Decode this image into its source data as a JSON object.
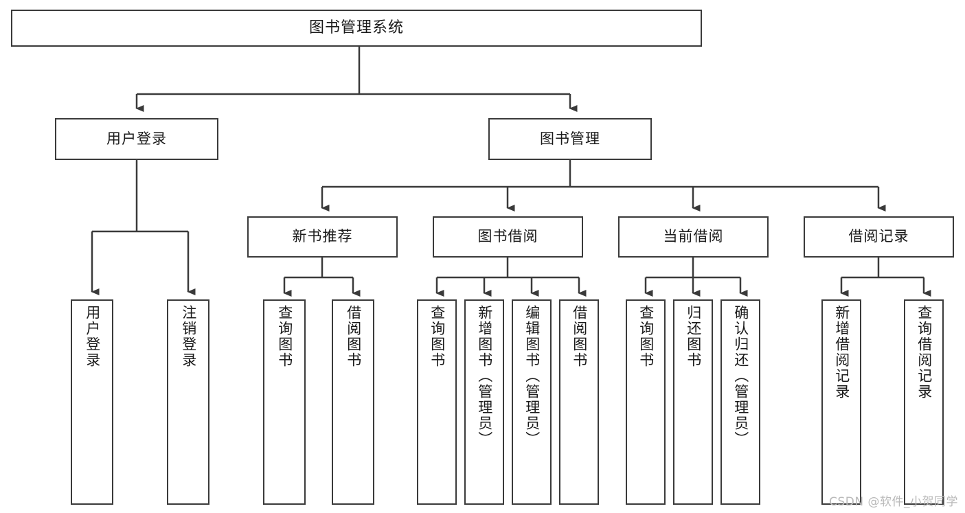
{
  "diagram": {
    "title": "图书管理系统",
    "type": "tree-hierarchy-diagram",
    "colors": {
      "border": "#3a3a3a",
      "fill": "#ffffff",
      "text": "#1a1a1a",
      "watermark": "#b9b9b9"
    },
    "root": {
      "label": "图书管理系统"
    },
    "level1": [
      {
        "label": "用户登录"
      },
      {
        "label": "图书管理"
      }
    ],
    "level2": [
      {
        "label": "新书推荐"
      },
      {
        "label": "图书借阅"
      },
      {
        "label": "当前借阅"
      },
      {
        "label": "借阅记录"
      }
    ],
    "leaves": {
      "user_login": [
        {
          "label": "用户登录"
        },
        {
          "label": "注销登录"
        }
      ],
      "new_book_recommend": [
        {
          "label": "查询图书"
        },
        {
          "label": "借阅图书"
        }
      ],
      "book_borrow": [
        {
          "label": "查询图书"
        },
        {
          "label": "新增图书（管理员）"
        },
        {
          "label": "编辑图书（管理员）"
        },
        {
          "label": "借阅图书"
        }
      ],
      "current_borrow": [
        {
          "label": "查询图书"
        },
        {
          "label": "归还图书"
        },
        {
          "label": "确认归还（管理员）"
        }
      ],
      "borrow_record": [
        {
          "label": "新增借阅记录"
        },
        {
          "label": "查询借阅记录"
        }
      ]
    }
  },
  "watermark": {
    "text": "CSDN @软件_小贺同学"
  }
}
